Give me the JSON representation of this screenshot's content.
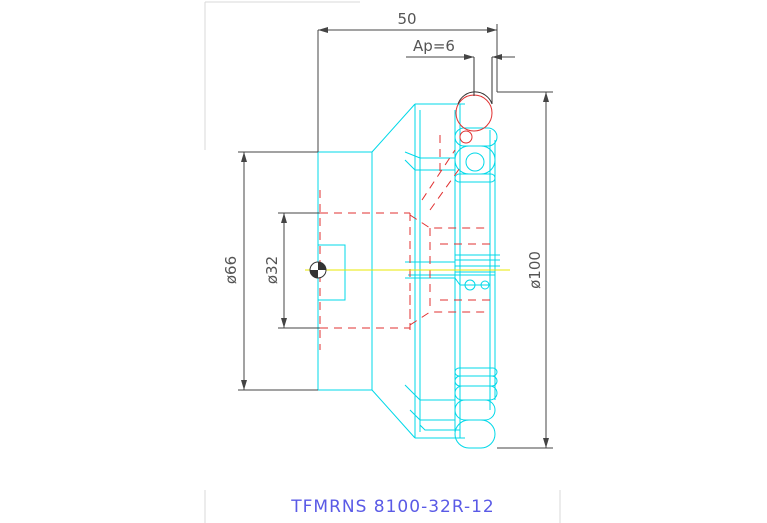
{
  "dimensions": {
    "length": "50",
    "ap": "Ap=6",
    "d66": "ø66",
    "d32": "ø32",
    "d100": "ø100"
  },
  "title": "TFMRNS 8100-32R-12",
  "colors": {
    "outline": "#00d8e8",
    "hidden": "#e03030",
    "dimension": "#444444",
    "centerline": "#e8e800",
    "title": "#5a5ae6"
  }
}
